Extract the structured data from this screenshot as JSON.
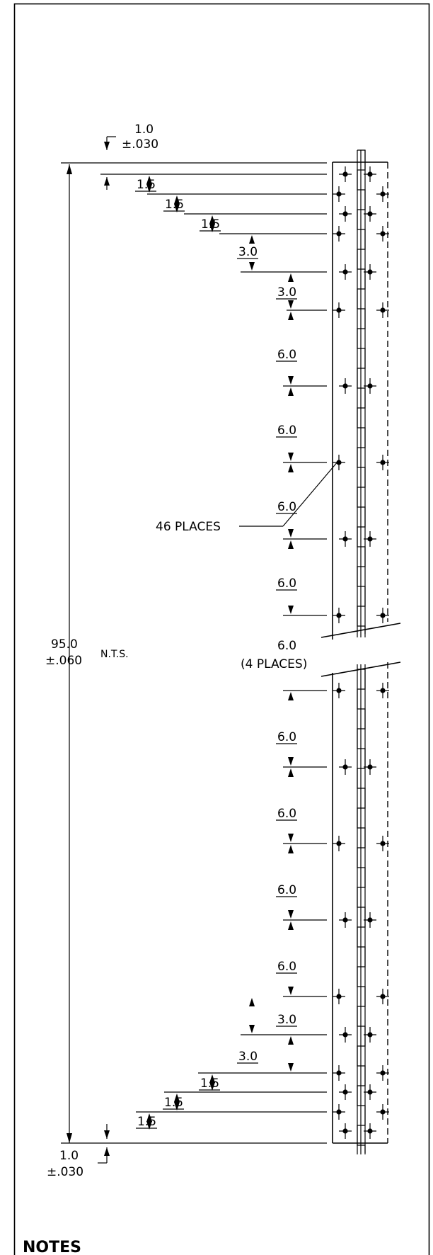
{
  "drawing": {
    "overall_length": "95.0",
    "overall_tolerance": "±.060",
    "scale_note": "N.T.S.",
    "end_offset": "1.0",
    "end_tolerance": "±.030",
    "hole_note": "46 PLACES",
    "repeat_note": "(4 PLACES)",
    "notes_heading": "NOTES"
  },
  "dimensions": {
    "top": [
      "1.5",
      "1.5",
      "1.5",
      "3.0",
      "3.0",
      "6.0",
      "6.0",
      "6.0",
      "6.0",
      "6.0"
    ],
    "bottom": [
      "6.0",
      "6.0",
      "6.0",
      "6.0",
      "3.0",
      "3.0",
      "1.5",
      "1.5",
      "1.5"
    ]
  }
}
